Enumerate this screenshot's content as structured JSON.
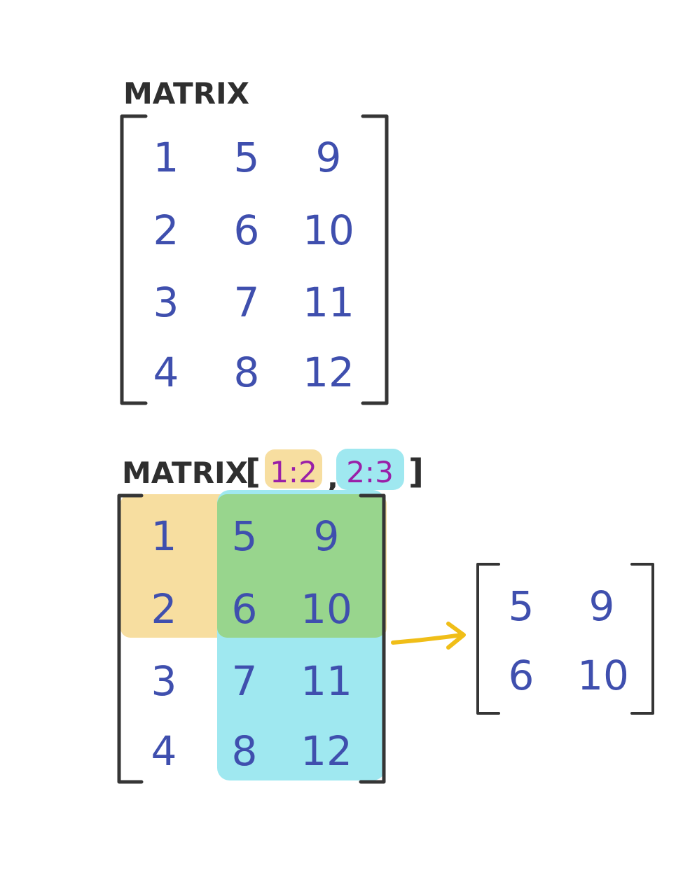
{
  "diagram": {
    "matrix_label": "MATRIX",
    "matrix": {
      "rows": [
        [
          "1",
          "5",
          "9"
        ],
        [
          "2",
          "6",
          "10"
        ],
        [
          "3",
          "7",
          "11"
        ],
        [
          "4",
          "8",
          "12"
        ]
      ]
    },
    "slice_expression": {
      "name": "MATRIX",
      "open_bracket": "[",
      "row_index": "1:2",
      "separator": ",",
      "col_index": "2:3",
      "close_bracket": "]"
    },
    "result_matrix": {
      "rows": [
        [
          "5",
          "9"
        ],
        [
          "6",
          "10"
        ]
      ]
    },
    "colors": {
      "row_highlight": "#f7dea0",
      "col_highlight": "#9fe8f0",
      "overlap_highlight": "#98d58d",
      "numbers": "#3f4fae",
      "indices": "#9a1fa8",
      "arrow": "#f0be18",
      "bracket": "#353535"
    }
  }
}
